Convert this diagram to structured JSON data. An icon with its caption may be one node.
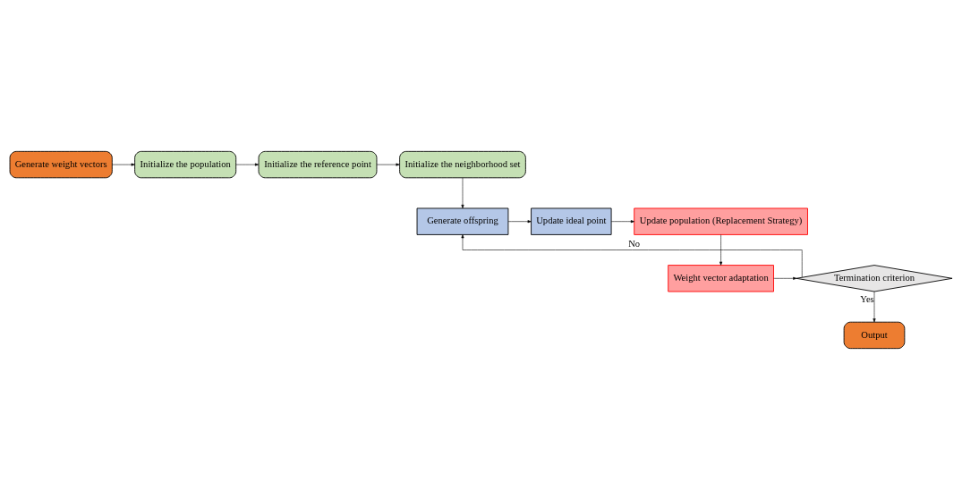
{
  "diagram": {
    "nodes": [
      {
        "text": [
          "Generate weight vectors"
        ]
      },
      {
        "text": [
          "Initialize the population"
        ]
      },
      {
        "text": [
          "Initialize the reference point"
        ]
      },
      {
        "text": [
          "Initialize the neighborhood set"
        ]
      },
      {
        "text": [
          "Generate offspring"
        ]
      },
      {
        "text": [
          "Update ideal point"
        ]
      },
      {
        "text": [
          "Update population (Replacement Strategy)"
        ]
      },
      {
        "text": [
          "Weight vector adaptation"
        ]
      },
      {
        "text": [
          "Termination criterion"
        ]
      },
      {
        "text": [
          "Output"
        ]
      }
    ],
    "edges": [
      {
        "from": 0,
        "to": 1,
        "arrow": "to"
      },
      {
        "from": 1,
        "to": 2,
        "arrow": "to"
      },
      {
        "from": 2,
        "to": 3,
        "arrow": "to"
      },
      {
        "from": 3,
        "to": 4,
        "arrow": "to"
      },
      {
        "from": 4,
        "to": 5,
        "arrow": "to"
      },
      {
        "from": 5,
        "to": 6,
        "arrow": "to"
      },
      {
        "from": 6,
        "to": 7,
        "arrow": "to"
      },
      {
        "from": 7,
        "to": 8,
        "arrow": "to"
      },
      {
        "from": 8,
        "to": 9,
        "arrow": "to",
        "label": "Yes"
      },
      {
        "from": 8,
        "to": 4,
        "arrow": "to",
        "label": "No"
      }
    ]
  }
}
